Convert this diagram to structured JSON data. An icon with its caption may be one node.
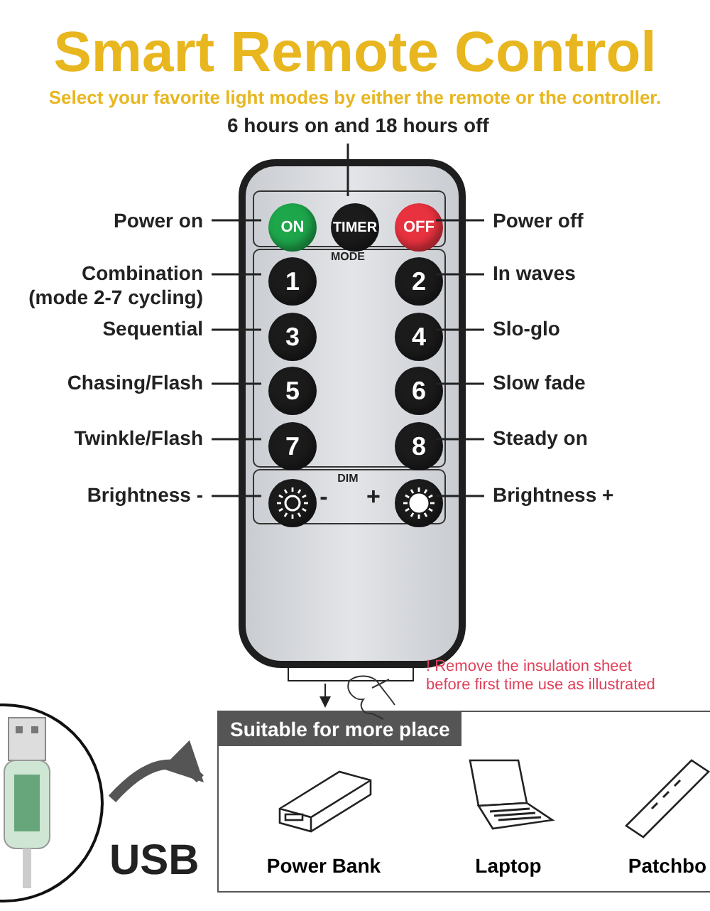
{
  "diagram": {
    "title": "Smart Remote Control",
    "nodes": [
      {
        "text": [
          "6 hours on and 18 hours off"
        ]
      },
      {
        "text": [],
        "shape": "picture"
      },
      {
        "text": [
          "ON"
        ],
        "in": 1
      },
      {
        "text": [
          "TIMER"
        ],
        "in": 1
      },
      {
        "text": [
          "OFF"
        ],
        "in": 1
      },
      {
        "text": [
          "1"
        ],
        "in": 1
      },
      {
        "text": [
          "2"
        ],
        "in": 1
      },
      {
        "text": [
          "3"
        ],
        "in": 1
      },
      {
        "text": [
          "4"
        ],
        "in": 1
      },
      {
        "text": [
          "5"
        ],
        "in": 1
      },
      {
        "text": [
          "6"
        ],
        "in": 1
      },
      {
        "text": [
          "7"
        ],
        "in": 1
      },
      {
        "text": [
          "8"
        ],
        "in": 1
      },
      {
        "text": [],
        "shape": "circle",
        "in": 1
      },
      {
        "text": [],
        "shape": "circle",
        "in": 1
      },
      {
        "text": [
          "Power on"
        ]
      },
      {
        "text": [
          "Power off"
        ]
      },
      {
        "text": [
          "Combination (mode 2-7 cycling)"
        ]
      },
      {
        "text": [
          "In waves"
        ]
      },
      {
        "text": [
          "Sequential"
        ]
      },
      {
        "text": [
          "Slo-glo"
        ]
      },
      {
        "text": [
          "Chasing/Flash"
        ]
      },
      {
        "text": [
          "Slow fade"
        ]
      },
      {
        "text": [
          "Twinkle/Flash"
        ]
      },
      {
        "text": [
          "Steady on"
        ]
      },
      {
        "text": [
          "Brightness -"
        ]
      },
      {
        "text": [
          "Brightness +"
        ]
      },
      {
        "text": [],
        "shape": "picture"
      },
      {
        "text": [
          "Suitable for more place"
        ]
      },
      {
        "text": [
          "Power Bank"
        ],
        "in": 28
      },
      {
        "text": [
          "Laptop"
        ],
        "in": 28
      },
      {
        "text": [
          "Patchbo"
        ],
        "in": 28
      }
    ],
    "edges": [
      {
        "from": 0,
        "to": 3,
        "arrow": "none"
      },
      {
        "from": 15,
        "to": 2,
        "arrow": "none"
      },
      {
        "from": 16,
        "to": 4,
        "arrow": "none"
      },
      {
        "from": 17,
        "to": 5,
        "arrow": "none"
      },
      {
        "from": 18,
        "to": 6,
        "arrow": "none"
      },
      {
        "from": 19,
        "to": 7,
        "arrow": "none"
      },
      {
        "from": 20,
        "to": 8,
        "arrow": "none"
      },
      {
        "from": 21,
        "to": 9,
        "arrow": "none"
      },
      {
        "from": 22,
        "to": 10,
        "arrow": "none"
      },
      {
        "from": 23,
        "to": 11,
        "arrow": "none"
      },
      {
        "from": 24,
        "to": 12,
        "arrow": "none"
      },
      {
        "from": 25,
        "to": 13,
        "arrow": "none"
      },
      {
        "from": 26,
        "to": 14,
        "arrow": "none"
      },
      {
        "from": 27,
        "to": 28,
        "arrow": "to",
        "label": "USB",
        "style": "thick",
        "color": "#555555"
      }
    ],
    "labels": [
      "Select your favorite light modes by either the remote or the controller.",
      "MODE",
      "DIM",
      "-",
      "+",
      "! Remove the insulation sheet before first time use as illustrated"
    ]
  }
}
